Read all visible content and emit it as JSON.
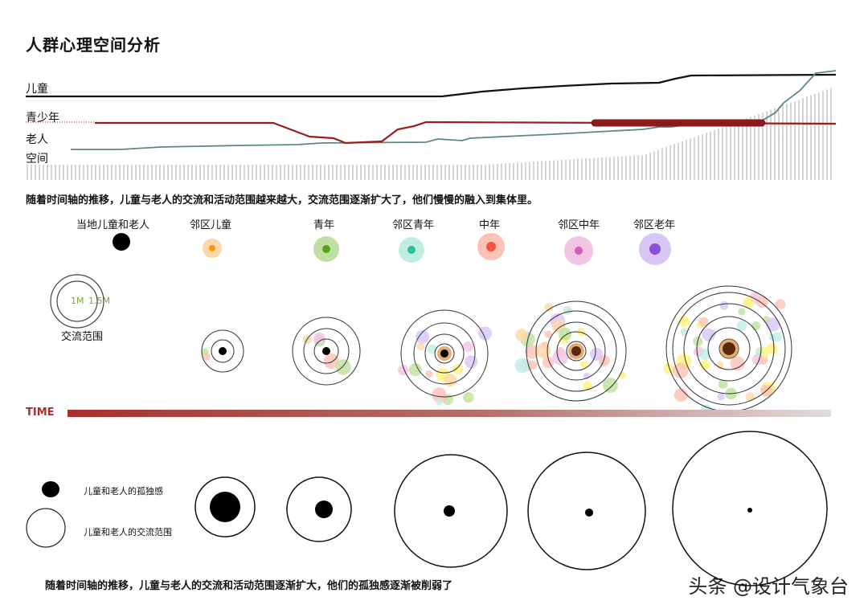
{
  "title": "人群心理空间分析",
  "timeline": {
    "labels": [
      "儿童",
      "青少年",
      "老人",
      "空间"
    ],
    "colors": {
      "children": "#111111",
      "youth": "#9b1c1c",
      "elderly": "#5b8a82",
      "space": "#9a9a9a"
    }
  },
  "caption1": "随着时间轴的推移，儿童与老人的交流和活动范围越来越大，交流范围逐渐扩大了，他们慢慢的融入到集体里。",
  "categories": [
    {
      "label": "当地儿童和老人",
      "color": "#000000",
      "halo": "#000000"
    },
    {
      "label": "邻区儿童",
      "color": "#f7941d",
      "halo": "#fbd8a6"
    },
    {
      "label": "青年",
      "color": "#5a9e1f",
      "halo": "#bfe0a0"
    },
    {
      "label": "邻区青年",
      "color": "#2dbfa0",
      "halo": "#bfede2"
    },
    {
      "label": "中年",
      "color": "#f0563e",
      "halo": "#fcc2b5"
    },
    {
      "label": "邻区中年",
      "color": "#d45cb6",
      "halo": "#f1c4e6"
    },
    {
      "label": "邻区老年",
      "color": "#8a4fe0",
      "halo": "#d8c6f6"
    }
  ],
  "range_legend": {
    "inner": "1M",
    "outer": "1.5M",
    "label": "交流范围",
    "accent": "#7fa632"
  },
  "time_label": "TIME",
  "legend2": {
    "solitude": "儿童和老人的孤独感",
    "range": "儿童和老人的交流范围"
  },
  "caption2": "随着时间轴的推移，儿童与老人的交流和活动范围逐渐扩大，他们的孤独感逐渐被削弱了",
  "watermark": "头条 @设计气象台"
}
